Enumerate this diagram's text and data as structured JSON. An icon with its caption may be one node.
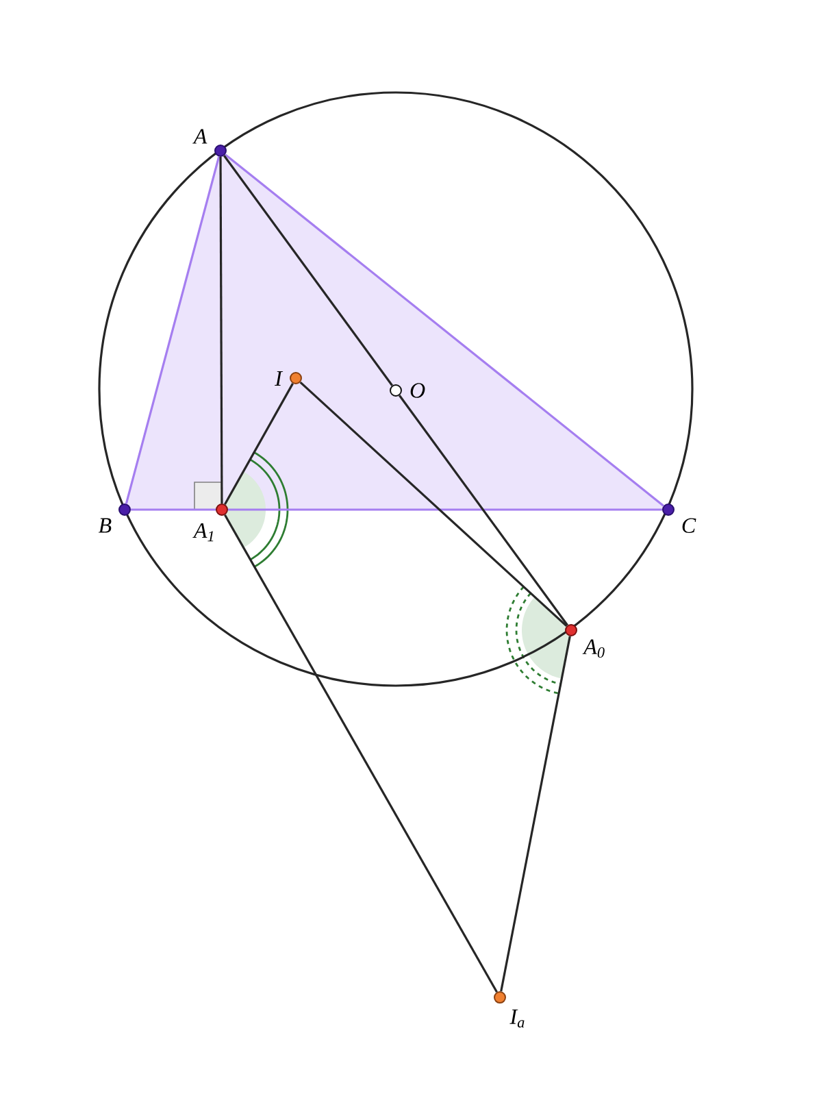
{
  "diagram": {
    "nodes": [
      {
        "text": [
          "A"
        ]
      },
      {
        "text": [
          "B"
        ]
      },
      {
        "text": [
          "C"
        ]
      },
      {
        "text": [
          "O"
        ]
      },
      {
        "text": [
          "I"
        ]
      },
      {
        "text": [
          "A$_{1}$"
        ]
      },
      {
        "text": [
          "A$_{0}$"
        ]
      },
      {
        "text": [
          "I$_{a}$"
        ]
      }
    ],
    "edges": [
      {
        "from": 0,
        "to": 1,
        "arrow": "none",
        "color": "#a57ef0"
      },
      {
        "from": 1,
        "to": 5,
        "arrow": "none",
        "color": "#a57ef0"
      },
      {
        "from": 5,
        "to": 2,
        "arrow": "none",
        "color": "#a57ef0"
      },
      {
        "from": 2,
        "to": 0,
        "arrow": "none",
        "color": "#a57ef0"
      },
      {
        "from": 0,
        "to": 5,
        "arrow": "none"
      },
      {
        "from": 0,
        "to": 3,
        "arrow": "none"
      },
      {
        "from": 3,
        "to": 6,
        "arrow": "none"
      },
      {
        "from": 4,
        "to": 5,
        "arrow": "none"
      },
      {
        "from": 4,
        "to": 6,
        "arrow": "none"
      },
      {
        "from": 5,
        "to": 7,
        "arrow": "none"
      },
      {
        "from": 6,
        "to": 7,
        "arrow": "none"
      }
    ]
  }
}
